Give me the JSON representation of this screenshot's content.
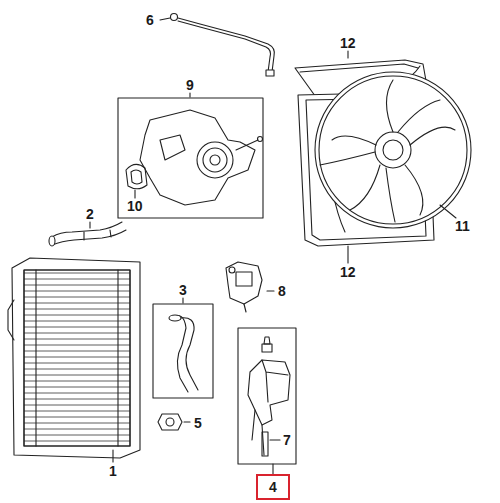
{
  "diagram": {
    "nodes": [
      {
        "text": [
          "4"
        ]
      }
    ],
    "labels": [
      "6",
      "12",
      "9",
      "10",
      "12",
      "11",
      "2",
      "3",
      "8",
      "1",
      "5",
      "7"
    ]
  }
}
